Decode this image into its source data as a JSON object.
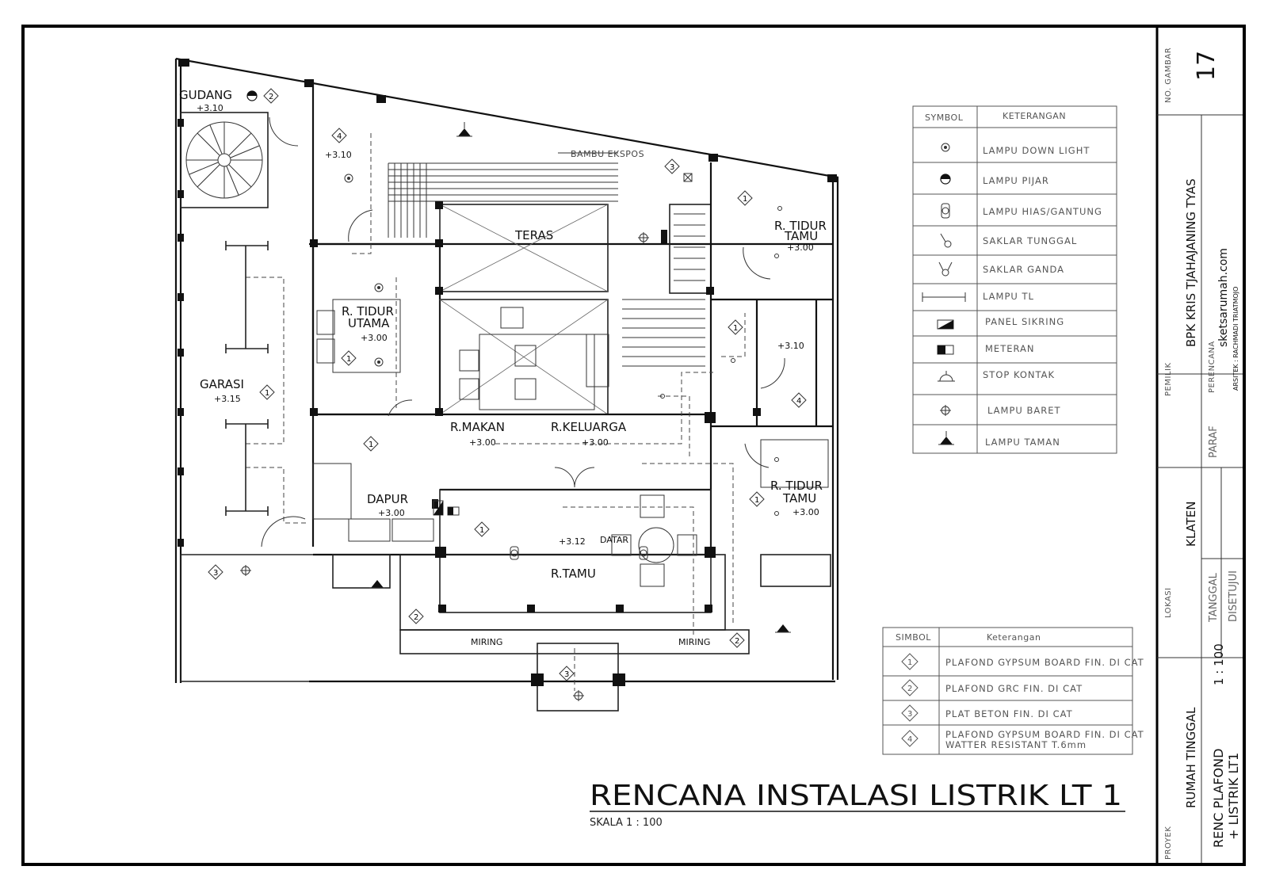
{
  "drawing": {
    "title": "RENCANA INSTALASI LISTRIK LT 1",
    "scale": "SKALA 1 : 100"
  },
  "rooms": {
    "gudang": {
      "label": "GUDANG",
      "elev": "+3.10"
    },
    "garasi": {
      "label": "GARASI",
      "elev": "+3.15"
    },
    "teras": {
      "label": "TERAS"
    },
    "bambu": {
      "label": "BAMBU EKSPOS"
    },
    "tidur_utama_1": {
      "label": "R. TIDUR"
    },
    "tidur_utama_2": {
      "label": "UTAMA",
      "elev": "+3.00"
    },
    "tidur_tamu_a1": {
      "label": "R. TIDUR"
    },
    "tidur_tamu_a2": {
      "label": "TAMU",
      "elev": "+3.00"
    },
    "tidur_tamu_b1": {
      "label": "R. TIDUR"
    },
    "tidur_tamu_b2": {
      "label": "TAMU",
      "elev": "+3.00"
    },
    "makan": {
      "label": "R.MAKAN",
      "elev": "+3.00"
    },
    "keluarga": {
      "label": "R.KELUARGA",
      "elev": "+3.00"
    },
    "dapur": {
      "label": "DAPUR",
      "elev": "+3.00"
    },
    "tamu": {
      "label": "R.TAMU",
      "elev": "+3.12"
    },
    "datar": {
      "label": "DATAR"
    },
    "miring_l": {
      "label": "MIRING"
    },
    "miring_r": {
      "label": "MIRING"
    },
    "km_top": {
      "elev": "+3.10"
    },
    "km_right": {
      "elev": "+3.10"
    }
  },
  "ceiling_tags": {
    "one": "1",
    "two": "2",
    "three": "3",
    "four": "4"
  },
  "symbol_legend": {
    "col_symbol": "SYMBOL",
    "col_desc": "KETERANGAN",
    "items": [
      {
        "icon": "downlight-icon",
        "label": "LAMPU DOWN LIGHT"
      },
      {
        "icon": "lamp-pijar-icon",
        "label": "LAMPU PIJAR"
      },
      {
        "icon": "pendant-lamp-icon",
        "label": "LAMPU HIAS/GANTUNG"
      },
      {
        "icon": "single-switch-icon",
        "label": "SAKLAR TUNGGAL"
      },
      {
        "icon": "double-switch-icon",
        "label": "SAKLAR GANDA"
      },
      {
        "icon": "tl-lamp-icon",
        "label": "LAMPU TL"
      },
      {
        "icon": "fuse-panel-icon",
        "label": "PANEL SIKRING"
      },
      {
        "icon": "meter-icon",
        "label": "METERAN"
      },
      {
        "icon": "socket-icon",
        "label": "STOP KONTAK"
      },
      {
        "icon": "baret-lamp-icon",
        "label": "LAMPU BARET"
      },
      {
        "icon": "garden-lamp-icon",
        "label": "LAMPU TAMAN"
      }
    ]
  },
  "ceiling_legend": {
    "col_symbol": "SIMBOL",
    "col_desc": "Keterangan",
    "items": [
      {
        "num": "1",
        "label": "PLAFOND GYPSUM BOARD FIN. DI CAT"
      },
      {
        "num": "2",
        "label": "PLAFOND GRC FIN. DI CAT"
      },
      {
        "num": "3",
        "label": "PLAT BETON FIN. DI CAT"
      },
      {
        "num": "4",
        "label": "PLAFOND GYPSUM BOARD FIN. DI CAT",
        "label2": "WATTER RESISTANT T.6mm"
      }
    ]
  },
  "title_block": {
    "no_gambar_label": "NO. GAMBAR",
    "no_gambar": "17",
    "pemilik_label": "PEMILIK",
    "pemilik": "BPK KRIS TJAHAJANING TYAS",
    "perencana_label": "PERENCANA",
    "perencana": "sketsarumah.com",
    "arsitek": "ARSITEK : RACHMADI TRIATMOJO",
    "paraf_label": "PARAF",
    "lokasi_label": "LOKASI",
    "lokasi": "KLATEN",
    "tanggal_label": "TANGGAL",
    "disetujui_label": "DISETUJUI",
    "proyek_label": "PROYEK",
    "proyek": "RUMAH TINGGAL",
    "skala": "1 : 100",
    "judul_1": "RENC PLAFOND",
    "judul_2": "+ LISTRIK LT1"
  }
}
